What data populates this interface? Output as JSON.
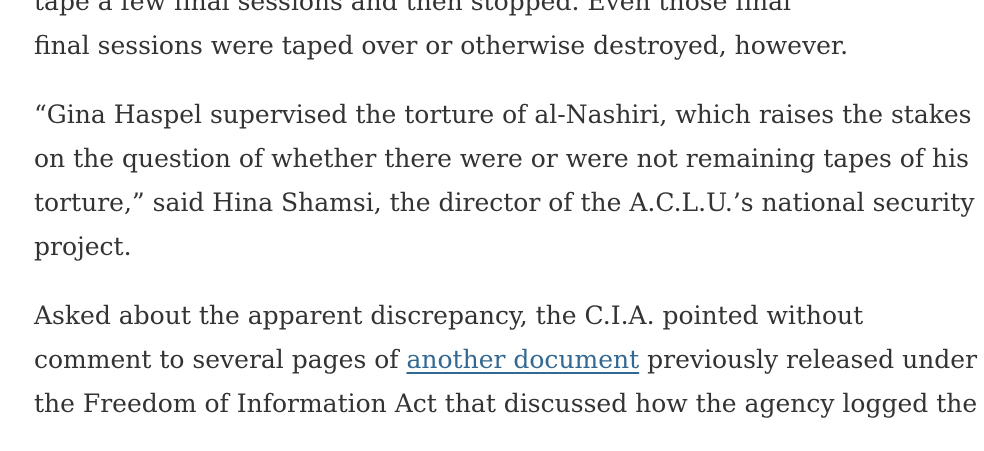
{
  "article": {
    "paragraphs": [
      {
        "lines": [
          "tape a few final sessions and then stopped. Even those final",
          "final sessions were taped over or otherwise destroyed, however."
        ]
      },
      {
        "lines": [
          "“Gina Haspel supervised the torture of al-Nashiri, which raises the stakes",
          "on the question of whether there were or were not remaining tapes of his",
          "torture,” said Hina Shamsi, the director of the A.C.L.U.’s national security",
          "project."
        ]
      },
      {
        "lines": [
          "Asked about the apparent discrepancy, the C.I.A. pointed without"
        ],
        "link_line": {
          "before": "comment to several pages of ",
          "link": "another document",
          "after": " previously released under"
        },
        "last_line": "the Freedom of Information Act that discussed how the agency logged the"
      }
    ]
  },
  "colors": {
    "text": "#333333",
    "link": "#326891",
    "background": "#ffffff"
  }
}
